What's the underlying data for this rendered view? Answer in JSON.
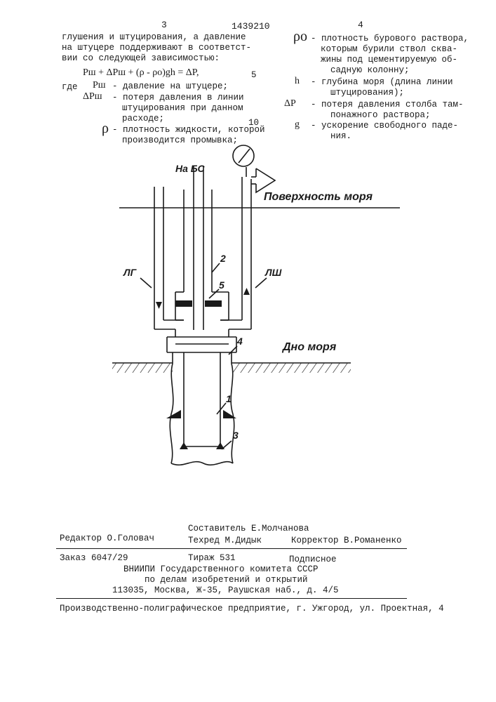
{
  "header": {
    "left_page_num": "3",
    "patent_number": "1439210",
    "right_page_num": "4"
  },
  "left_column": {
    "lines": [
      "глушения и штуцирования, а давление",
      "на штуцере поддерживают в соответст-",
      "вии со следующей зависимостью:"
    ],
    "formula": "Pш + ΔPш + (ρ - ρo)gh = ΔP,",
    "formula_line_number": "5",
    "where_word": "где",
    "definitions": [
      {
        "symbol": "Pш",
        "text": [
          "- давление на штуцере;"
        ]
      },
      {
        "symbol": "ΔPш",
        "text": [
          "- потеря давления в линии",
          "штуцирования при данном",
          "расходе;"
        ]
      },
      {
        "symbol": "ρ",
        "text": [
          "- плотность жидкости, которой",
          "производится промывка;"
        ]
      }
    ],
    "line_number_10": "10"
  },
  "right_column": {
    "definitions": [
      {
        "symbol": "ρo",
        "text": [
          "- плотность бурового раствора,",
          "которым бурили ствол сква-",
          "жины под цементируемую об-",
          "садную колонну;"
        ]
      },
      {
        "symbol": "h",
        "text": [
          "- глубина моря (длина линии",
          "штуцирования);"
        ]
      },
      {
        "symbol": "ΔP",
        "text": [
          "- потеря давления столба там-",
          "понажного раствора;"
        ]
      },
      {
        "symbol": "g",
        "text": [
          "- ускорение свободного паде-",
          "ния."
        ]
      }
    ]
  },
  "diagram": {
    "label_top": "На БС",
    "label_sea_surface": "Поверхность моря",
    "label_sea_bottom": "Дно моря",
    "label_lg": "ЛГ",
    "label_lsh": "ЛШ",
    "num_1": "1",
    "num_2": "2",
    "num_3": "3",
    "num_4": "4",
    "num_5": "5"
  },
  "credits": {
    "editor": "Редактор О.Головач",
    "compiler": "Составитель Е.Молчанова",
    "techred": "Техред М.Дидык",
    "corrector": "Корректор В.Романенко"
  },
  "order": {
    "order": "Заказ 6047/29",
    "circulation": "Тираж 531",
    "subscription": "Подписное",
    "org_lines": [
      "ВНИИПИ Государственного комитета СССР",
      "по делам изобретений и открытий",
      "113035, Москва, Ж-35, Раушская наб., д. 4/5"
    ]
  },
  "printer": "Производственно-полиграфическое предприятие, г. Ужгород, ул. Проектная, 4"
}
